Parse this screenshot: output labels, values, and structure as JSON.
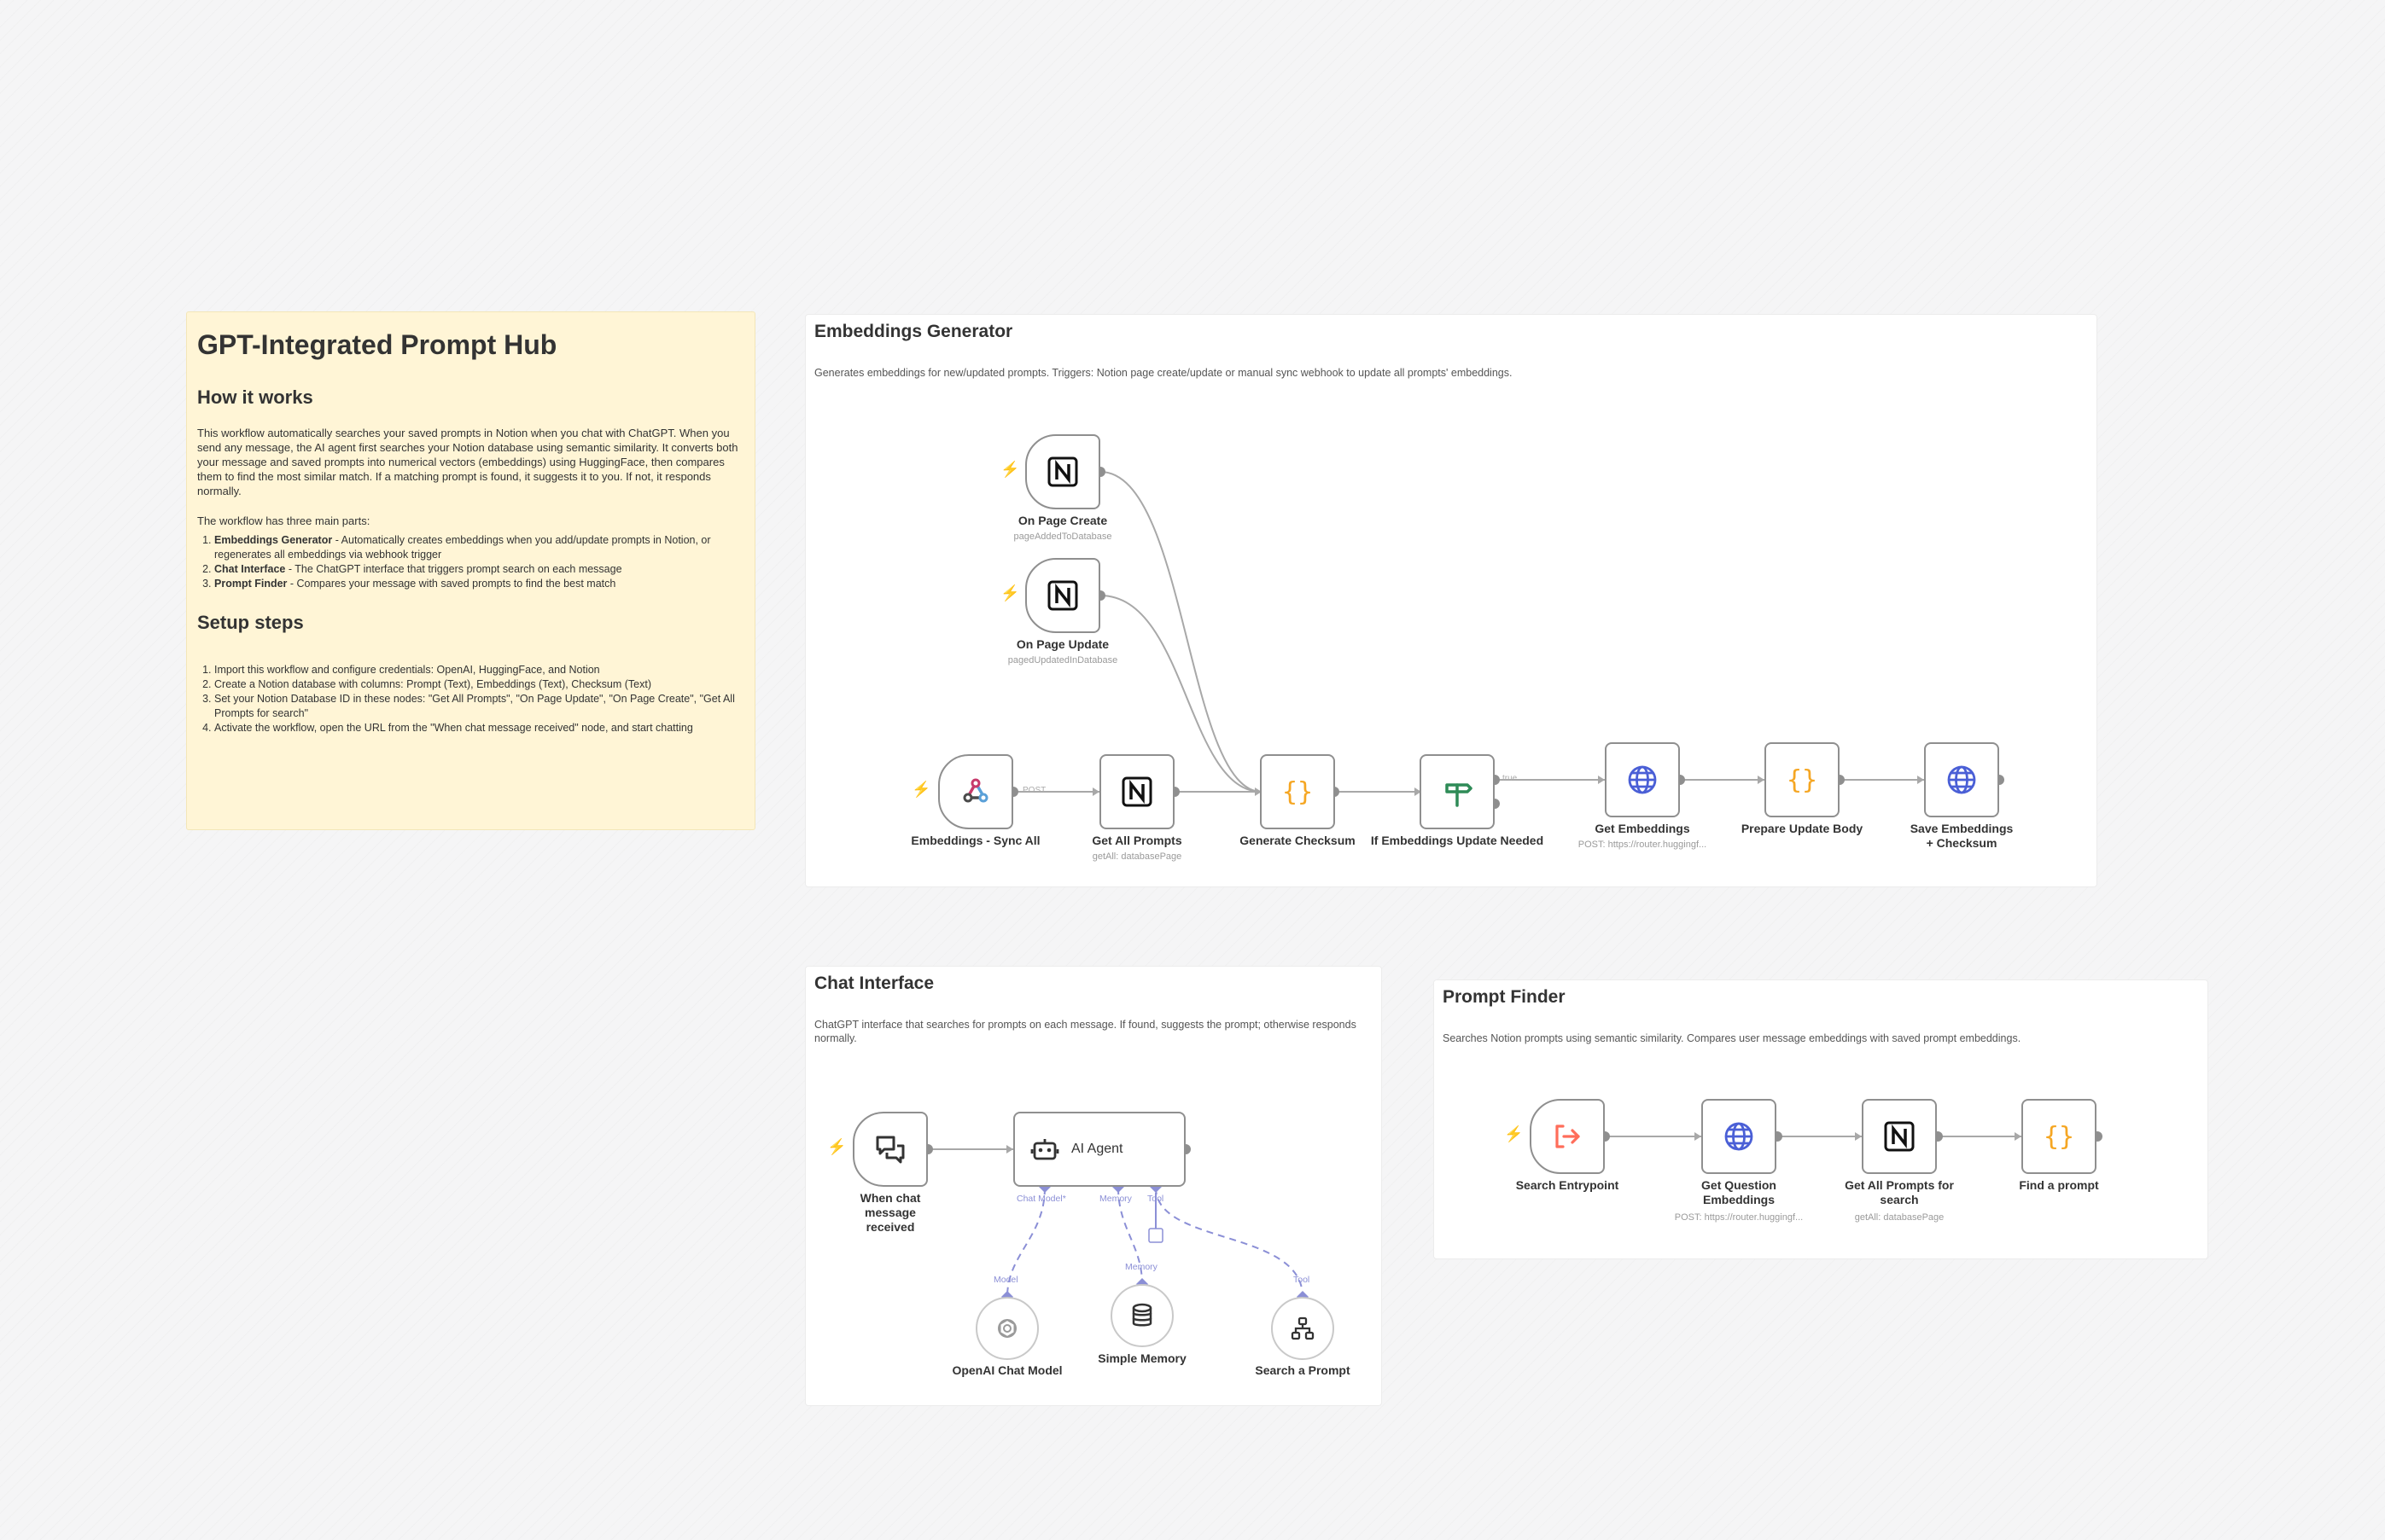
{
  "sticky": {
    "title": "GPT-Integrated Prompt Hub",
    "how_heading": "How it works",
    "how_text": "This workflow automatically searches your saved prompts in Notion when you chat with ChatGPT. When you send any message, the AI agent first searches your Notion database using semantic similarity. It converts both your message and saved prompts into numerical vectors (embeddings) using HuggingFace, then compares them to find the most similar match. If a matching prompt is found, it suggests it to you. If not, it responds normally.",
    "parts_intro": "The workflow has three main parts:",
    "parts": [
      {
        "name": "Embeddings Generator",
        "desc": " - Automatically creates embeddings when you add/update prompts in Notion, or regenerates all embeddings via webhook trigger"
      },
      {
        "name": "Chat Interface",
        "desc": " - The ChatGPT interface that triggers prompt search on each message"
      },
      {
        "name": "Prompt Finder",
        "desc": " - Compares your message with saved prompts to find the best match"
      }
    ],
    "setup_heading": "Setup steps",
    "setup_steps": [
      "Import this workflow and configure credentials: OpenAI, HuggingFace, and Notion",
      "Create a Notion database with columns: Prompt (Text), Embeddings (Text), Checksum (Text)",
      "Set your Notion Database ID in these nodes: \"Get All Prompts\", \"On Page Update\", \"On Page Create\", \"Get All Prompts for search\"",
      "Activate the workflow, open the URL from the \"When chat message received\" node, and start chatting"
    ]
  },
  "groups": {
    "embeddings": {
      "title": "Embeddings Generator",
      "desc": "Generates embeddings for new/updated prompts. Triggers: Notion page create/update or manual sync webhook to update all prompts' embeddings."
    },
    "chat": {
      "title": "Chat Interface",
      "desc": "ChatGPT interface that searches for prompts on each message. If found, suggests the prompt; otherwise responds normally."
    },
    "finder": {
      "title": "Prompt Finder",
      "desc": "Searches Notion prompts using semantic similarity. Compares user message embeddings with saved prompt embeddings."
    }
  },
  "nodes": {
    "on_page_create": {
      "label": "On Page Create",
      "sub": "pageAddedToDatabase",
      "icon": "notion-icon"
    },
    "on_page_update": {
      "label": "On Page Update",
      "sub": "pagedUpdatedInDatabase",
      "icon": "notion-icon"
    },
    "sync_all": {
      "label": "Embeddings - Sync All",
      "icon": "webhook-icon"
    },
    "get_all_prompts": {
      "label": "Get All Prompts",
      "sub": "getAll: databasePage",
      "icon": "notion-icon"
    },
    "generate_checksum": {
      "label": "Generate Checksum",
      "icon": "code-icon"
    },
    "if_update_needed": {
      "label": "If Embeddings Update Needed",
      "icon": "if-icon"
    },
    "get_embeddings": {
      "label": "Get Embeddings",
      "sub": "POST: https://router.huggingf...",
      "icon": "globe-icon"
    },
    "prepare_update_body": {
      "label": "Prepare Update Body",
      "icon": "code-icon"
    },
    "save_embeddings": {
      "label": "Save Embeddings + Checksum",
      "icon": "globe-icon"
    },
    "chat_trigger": {
      "label": "When chat message received",
      "icon": "chat-icon"
    },
    "ai_agent": {
      "label": "AI Agent",
      "icon": "robot-icon"
    },
    "openai_model": {
      "label": "OpenAI Chat Model",
      "icon": "openai-icon"
    },
    "simple_memory": {
      "label": "Simple Memory",
      "icon": "database-icon"
    },
    "search_prompt": {
      "label": "Search a Prompt",
      "icon": "workflow-icon"
    },
    "search_entrypoint": {
      "label": "Search Entrypoint",
      "icon": "entry-icon"
    },
    "get_question_embeddings": {
      "label": "Get Question Embeddings",
      "sub": "POST: https://router.huggingf...",
      "icon": "globe-icon"
    },
    "get_all_prompts_search": {
      "label": "Get All Prompts for search",
      "sub": "getAll: databasePage",
      "icon": "notion-icon"
    },
    "find_prompt": {
      "label": "Find a prompt",
      "icon": "code-icon"
    }
  },
  "connector_labels": {
    "post": "POST",
    "true": "true",
    "chat_model": "Chat Model*",
    "memory": "Memory",
    "tool": "Tool",
    "model": "Model",
    "plus": "+"
  },
  "colors": {
    "trigger_bolt": "#ff6d5a",
    "code": "#f5a623",
    "globe": "#4a5fd6",
    "if": "#2e8b57",
    "ai_port": "#8b8fd6"
  }
}
